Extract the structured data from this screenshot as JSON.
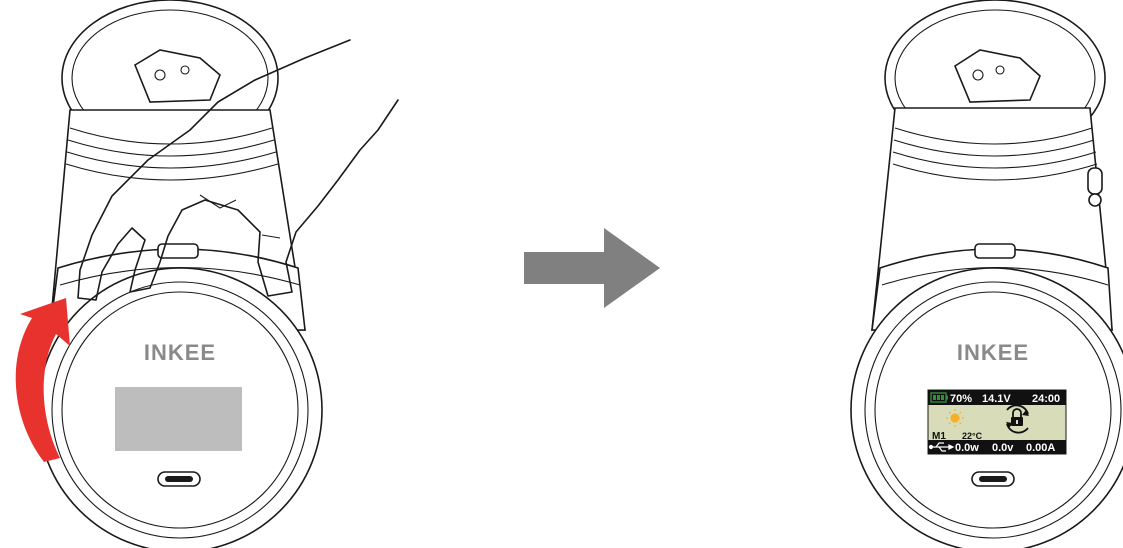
{
  "left_device": {
    "brand": "INKEE"
  },
  "right_device": {
    "brand": "INKEE",
    "screen": {
      "battery_percent": "70%",
      "voltage": "14.1V",
      "runtime": "24:00",
      "mode": "M1",
      "temperature": "22°C",
      "power": "0.0w",
      "usb_voltage": "0.0v",
      "current": "0.00A"
    }
  },
  "colors": {
    "curved_arrow": "#e8322e",
    "arrow": "#808080",
    "screen_bg": "#d8dcb8",
    "battery_icon": "#2f8f3a",
    "sun_icon": "#f5b02a"
  },
  "icons": [
    "rotate-arrow-icon",
    "right-arrow-icon",
    "battery-icon",
    "sun-icon",
    "lock-icon",
    "usb-icon",
    "usb-c-port-icon"
  ]
}
